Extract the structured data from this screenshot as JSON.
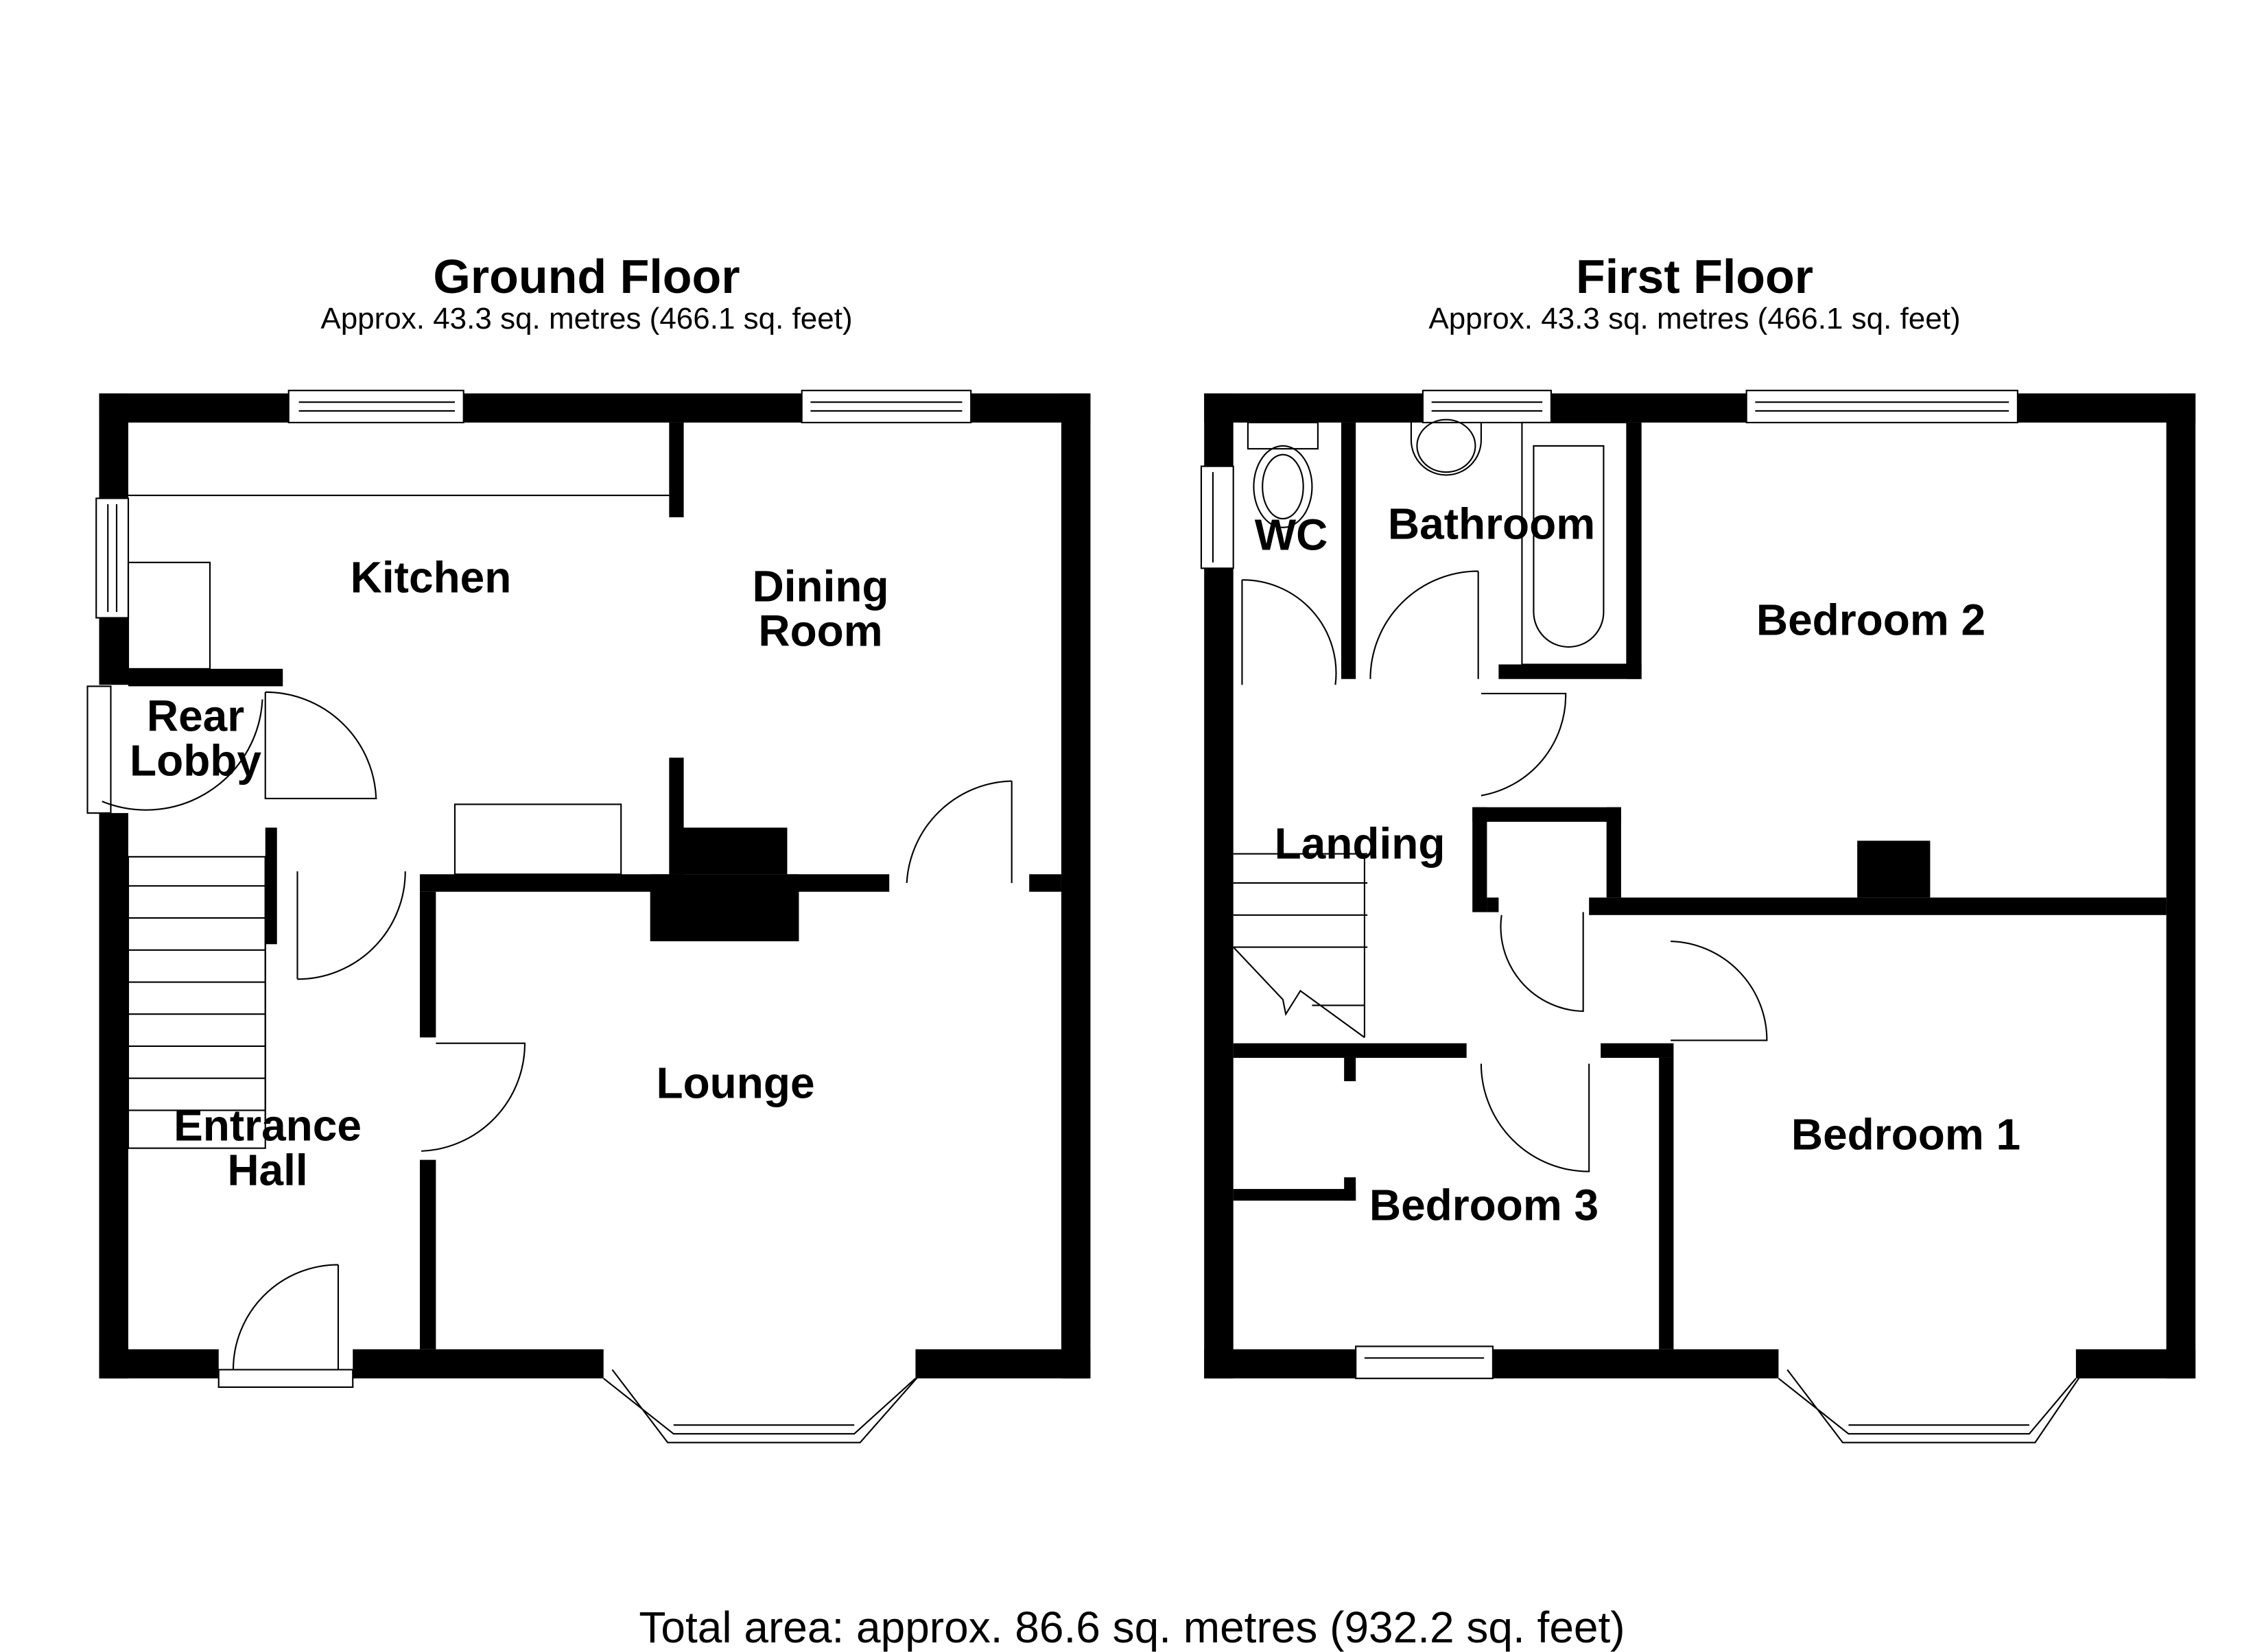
{
  "floors": [
    {
      "title": "Ground Floor",
      "area": "Approx. 43.3 sq. metres (466.1 sq. feet)",
      "rooms": [
        {
          "name": "Kitchen"
        },
        {
          "name": "Dining\nRoom"
        },
        {
          "name": "Rear\nLobby"
        },
        {
          "name": "Entrance\nHall"
        },
        {
          "name": "Lounge"
        }
      ]
    },
    {
      "title": "First Floor",
      "area": "Approx. 43.3 sq. metres (466.1 sq. feet)",
      "rooms": [
        {
          "name": "WC"
        },
        {
          "name": "Bathroom"
        },
        {
          "name": "Bedroom 2"
        },
        {
          "name": "Landing"
        },
        {
          "name": "Bedroom 1"
        },
        {
          "name": "Bedroom 3"
        }
      ]
    }
  ],
  "total_area": "Total area: approx. 86.6 sq. metres (932.2 sq. feet)",
  "colors": {
    "wall": "#000000",
    "background": "#ffffff",
    "fixture_line": "#000000"
  }
}
